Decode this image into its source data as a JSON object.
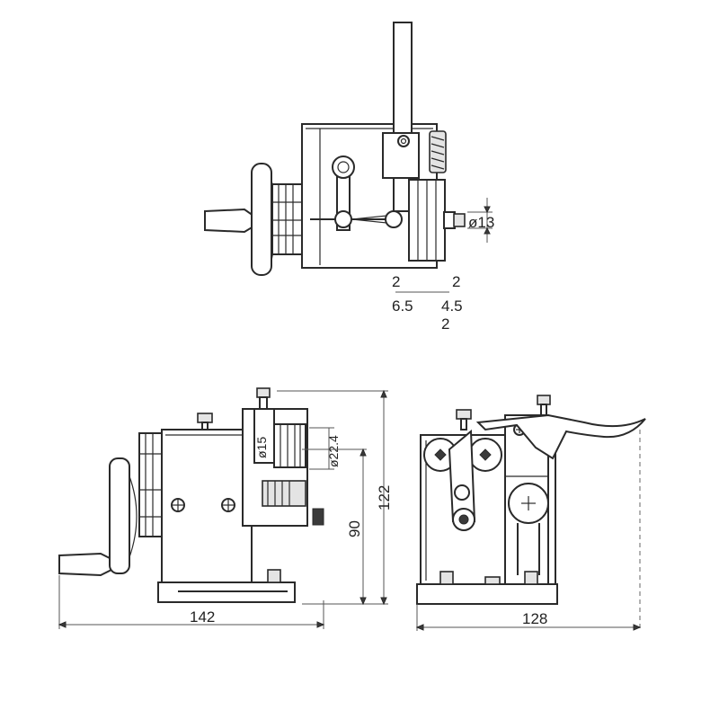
{
  "dimensions": {
    "top_view": {
      "shaft_diameter": "ø13",
      "left_upper": "2",
      "left_lower": "6.5",
      "right_upper": "2",
      "right_middle": "4.5",
      "right_lower": "2"
    },
    "front_view": {
      "width": "142",
      "overall_height": "122",
      "center_height": "90",
      "outer_diameter": "ø22.4",
      "inner_diameter": "ø15"
    },
    "side_view": {
      "width": "128"
    }
  }
}
